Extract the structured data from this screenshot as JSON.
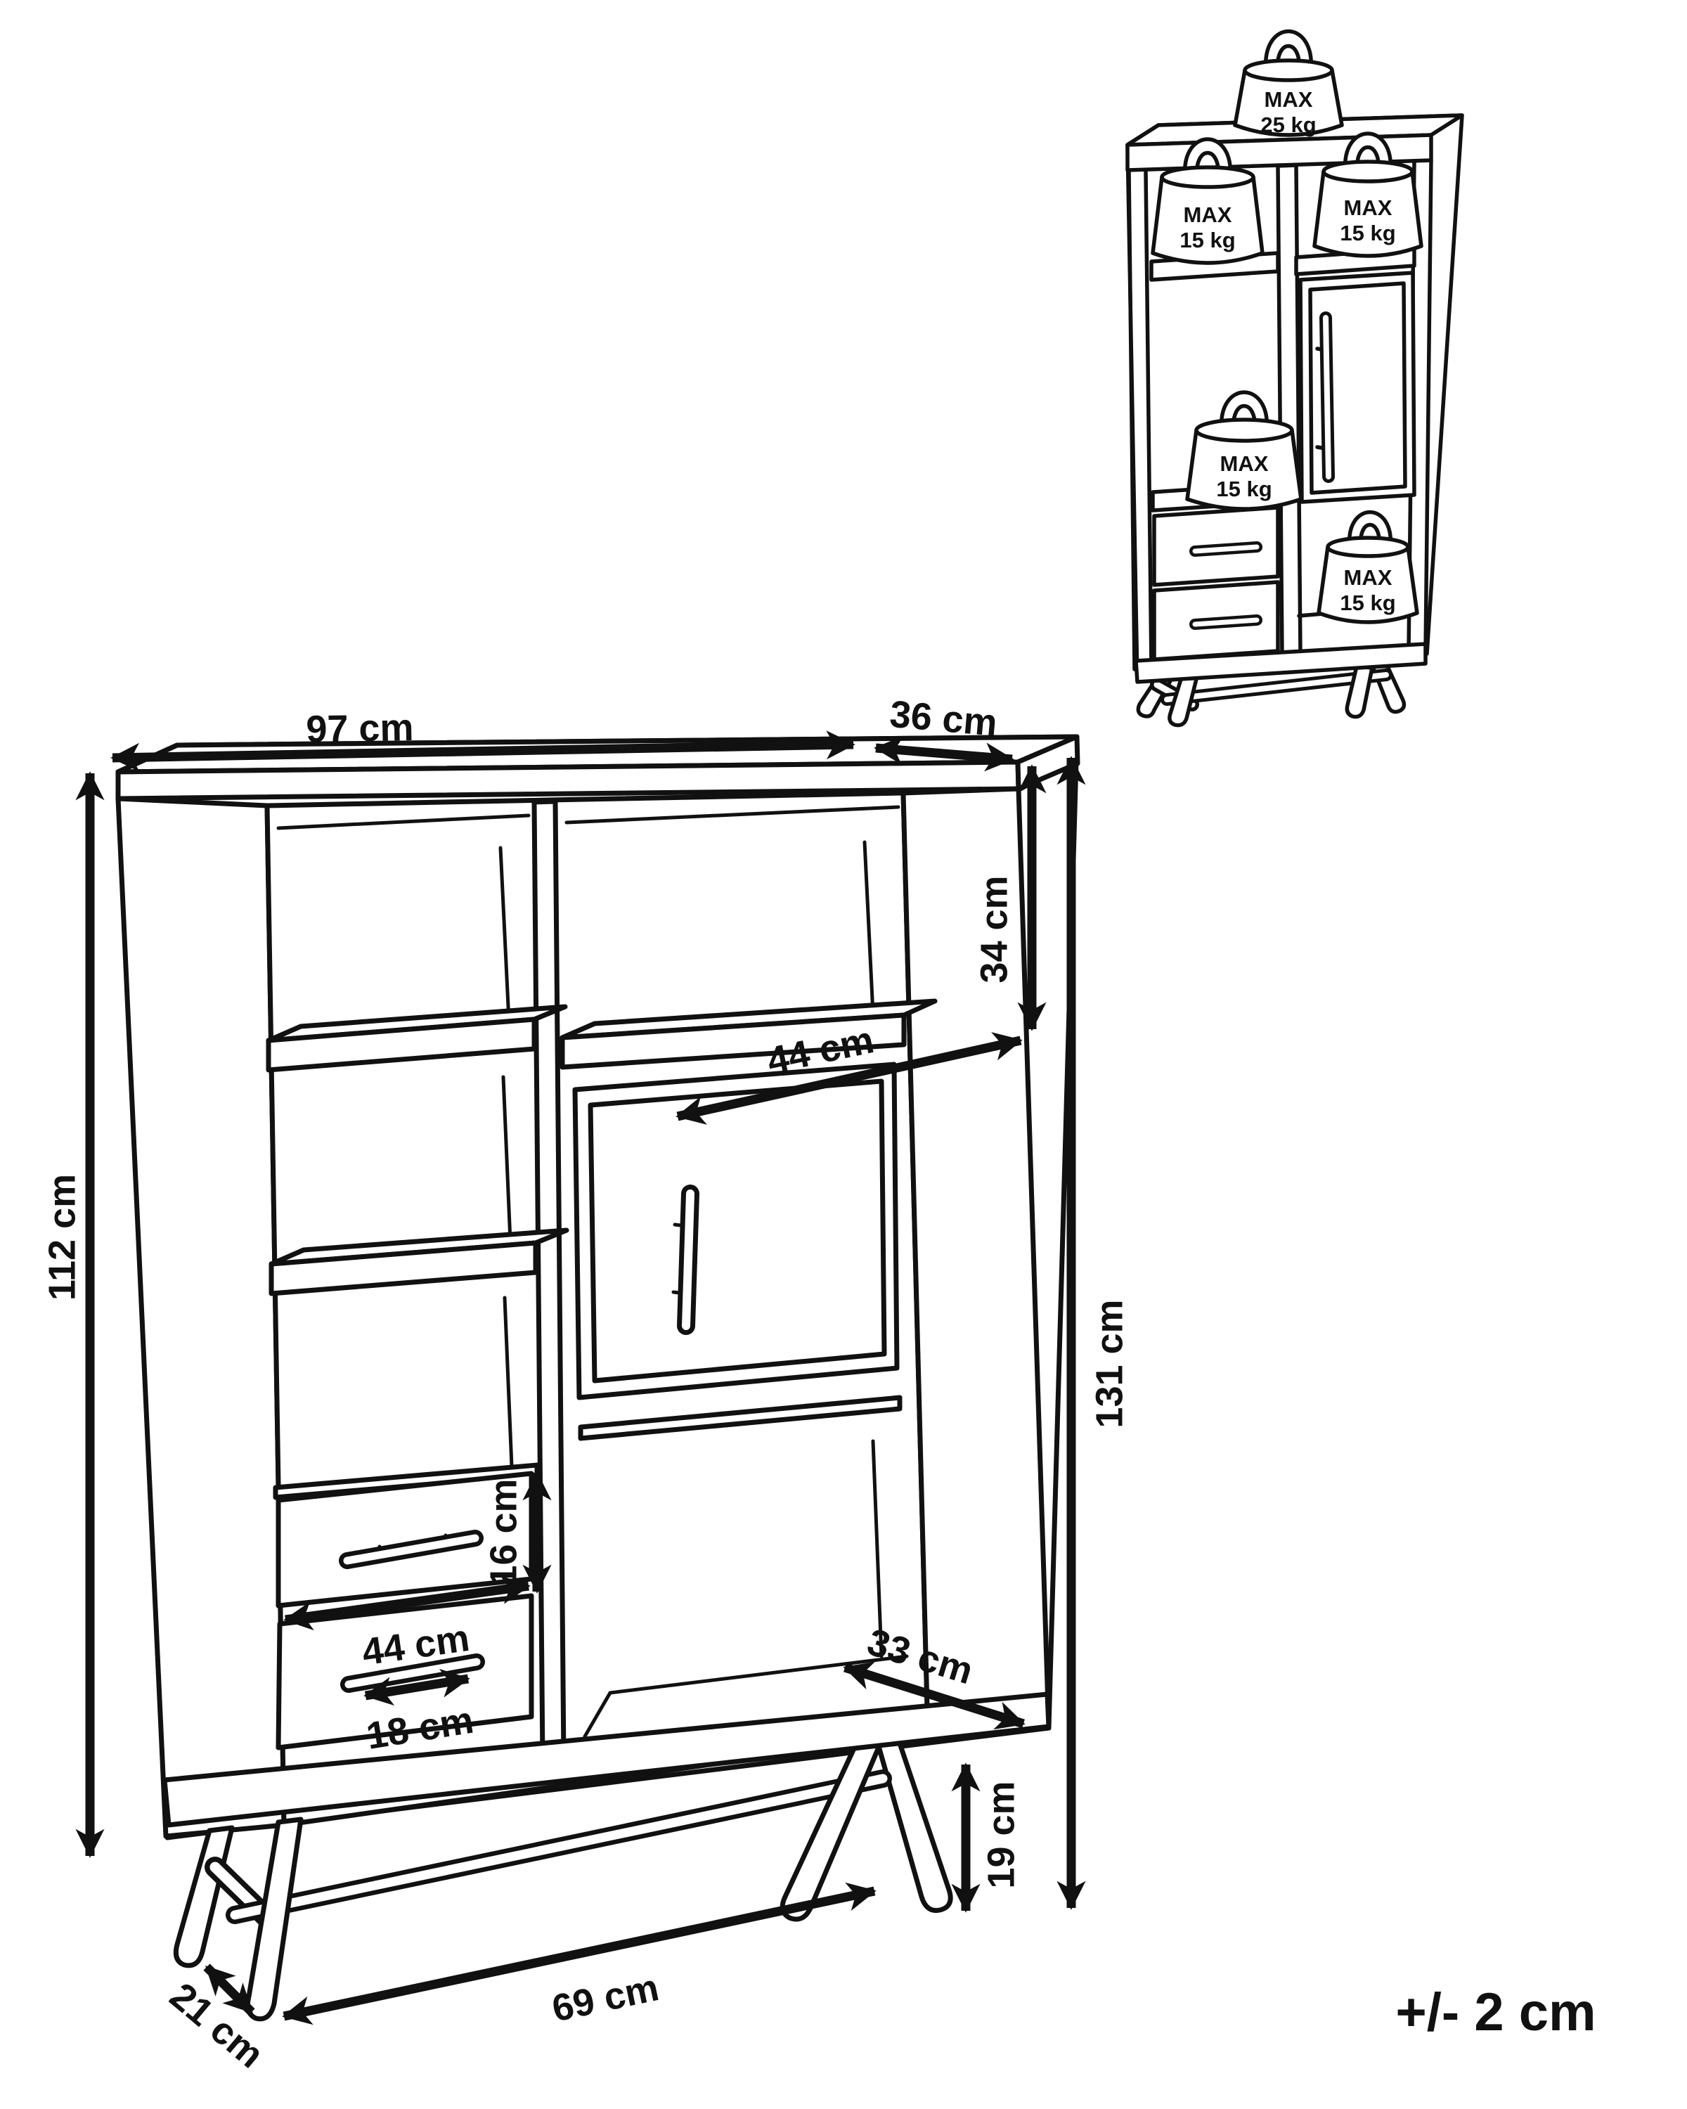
{
  "diagram": {
    "tolerance": "+/- 2 cm",
    "dimensions": {
      "top_width": "97 cm",
      "top_depth": "36 cm",
      "carcass_height": "112 cm",
      "top_right_cell_height": "34 cm",
      "door_width": "44 cm",
      "total_height": "131 cm",
      "drawer_height": "16 cm",
      "drawer_width": "44 cm",
      "handle_width": "18 cm",
      "bottom_cell_depth": "33 cm",
      "leg_height": "19 cm",
      "base_width": "69 cm",
      "leg_spread": "21 cm"
    },
    "load_limits": [
      {
        "position": "top",
        "line1": "MAX",
        "line2": "25 kg"
      },
      {
        "position": "top-left-cell",
        "line1": "MAX",
        "line2": "15 kg"
      },
      {
        "position": "top-right-cell",
        "line1": "MAX",
        "line2": "15 kg"
      },
      {
        "position": "middle-left-cell",
        "line1": "MAX",
        "line2": "15 kg"
      },
      {
        "position": "bottom-right-cell",
        "line1": "MAX",
        "line2": "15 kg"
      }
    ]
  }
}
